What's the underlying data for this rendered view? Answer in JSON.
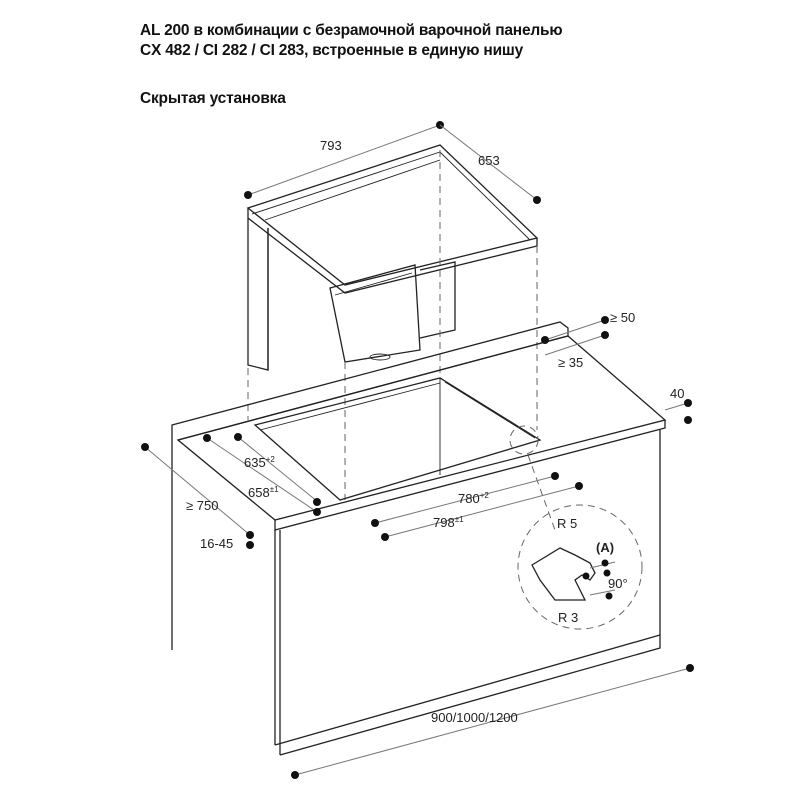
{
  "header": {
    "title_line1": "AL 200 в комбинации с безрамочной варочной панелью",
    "title_line2": "CX 482 / CI 282 / CI 283, встроенные в единую нишу",
    "subtitle": "Скрытая установка"
  },
  "dimensions": {
    "hood_width": "793",
    "hood_depth": "653",
    "rear_gap": "≥ 50",
    "rear_offset": "≥ 35",
    "counter_edge": "40",
    "cutout_depth_a": "635",
    "cutout_depth_a_tol": "+2",
    "cutout_depth_b": "658",
    "cutout_depth_b_tol": "±1",
    "cutout_width_a": "780",
    "cutout_width_a_tol": "+2",
    "cutout_width_b": "798",
    "cutout_width_b_tol": "±1",
    "counter_depth": "≥ 750",
    "counter_thickness": "16-45",
    "cabinet_width": "900/1000/1200"
  },
  "detail": {
    "radius_top": "R 5",
    "radius_bottom": "R 3",
    "marker": "(A)",
    "angle": "90°"
  }
}
